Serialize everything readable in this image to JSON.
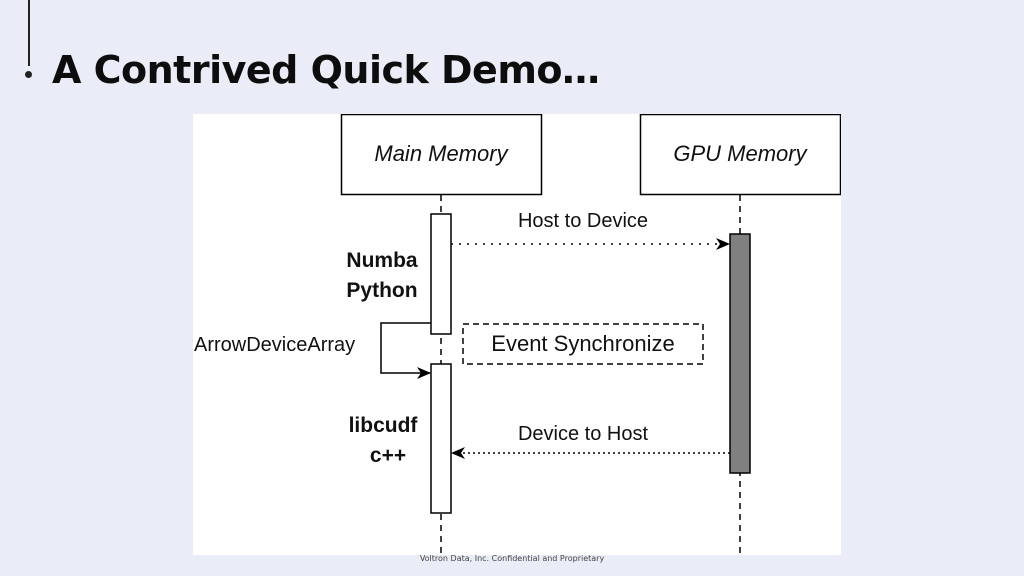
{
  "slide": {
    "title": "A Contrived Quick Demo…",
    "footer": "Voltron Data, Inc. Confidential and Proprietary"
  },
  "diagram": {
    "participants": {
      "main_memory": "Main Memory",
      "gpu_memory": "GPU Memory"
    },
    "messages": {
      "host_to_device": "Host to Device",
      "device_to_host": "Device to Host",
      "arrow_device_array": "ArrowDeviceArray"
    },
    "note": "Event Synchronize",
    "activations": {
      "numba_line1": "Numba",
      "numba_line2": "Python",
      "libcudf_line1": "libcudf",
      "libcudf_line2": "c++"
    },
    "colors": {
      "gpu_activation": "#808080",
      "outline": "#000000"
    }
  }
}
